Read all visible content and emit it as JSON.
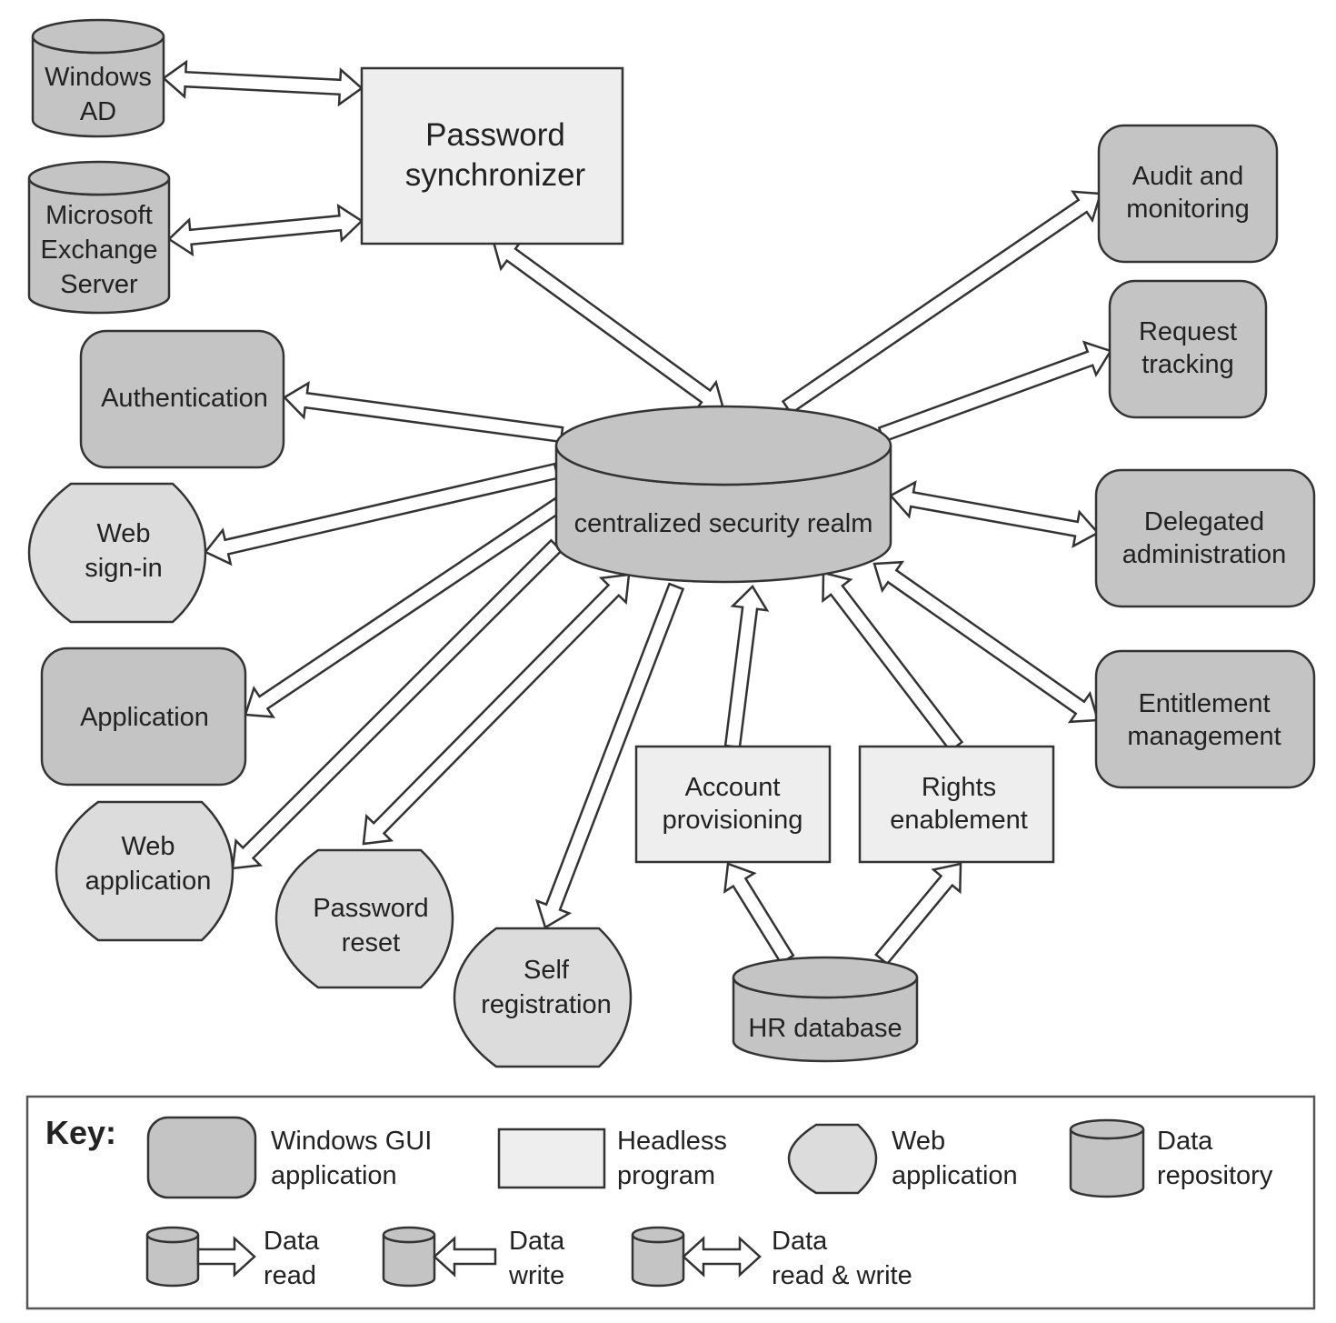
{
  "nodes": {
    "windows_ad": "Windows\nAD",
    "ms_exchange": "Microsoft\nExchange\nServer",
    "password_sync": "Password\nsynchronizer",
    "audit": "Audit and\nmonitoring",
    "request_tracking": "Request\ntracking",
    "authentication": "Authentication",
    "central_realm": "centralized security realm",
    "web_signin": "Web\nsign-in",
    "delegated_admin": "Delegated\nadministration",
    "application": "Application",
    "entitlement": "Entitlement\nmanagement",
    "account_prov": "Account\nprovisioning",
    "rights_enable": "Rights\nenablement",
    "web_application": "Web\napplication",
    "password_reset": "Password\nreset",
    "self_registration": "Self\nregistration",
    "hr_database": "HR database"
  },
  "key": {
    "title": "Key:",
    "windows_gui": "Windows GUI\napplication",
    "headless": "Headless\nprogram",
    "web_app": "Web\napplication",
    "repository": "Data\nrepository",
    "data_read": "Data\nread",
    "data_write": "Data\nwrite",
    "data_rw": "Data\nread & write"
  },
  "colors": {
    "windows_gui_fill": "#c4c4c4",
    "headless_fill": "#eeeeee",
    "web_app_fill": "#dcdcdc",
    "repository_fill": "#c4c4c4",
    "stroke": "#333333"
  }
}
